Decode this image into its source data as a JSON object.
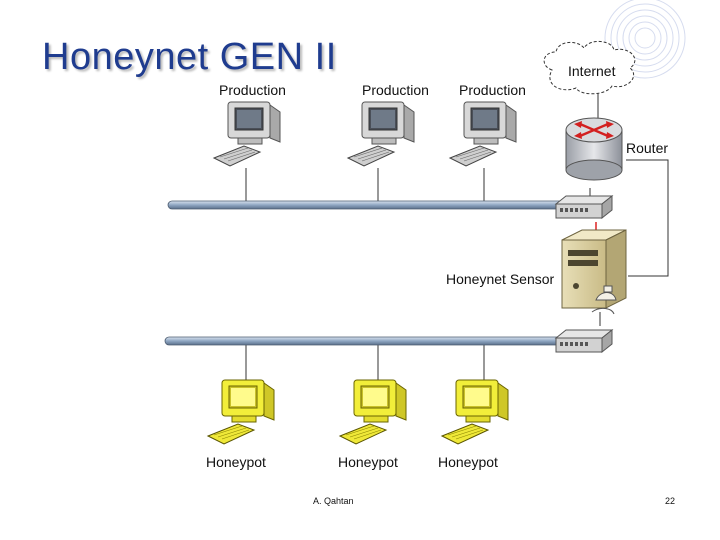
{
  "slide": {
    "title": "Honeynet GEN II",
    "author": "A. Qahtan",
    "page_number": "22"
  },
  "diagram": {
    "cloud_label": "Internet",
    "router_label": "Router",
    "sensor_label": "Honeynet Sensor",
    "production_hosts": [
      {
        "label": "Production"
      },
      {
        "label": "Production"
      },
      {
        "label": "Production"
      }
    ],
    "honeypots": [
      {
        "label": "Honeypot"
      },
      {
        "label": "Honeypot"
      },
      {
        "label": "Honeypot"
      }
    ],
    "colors": {
      "title": "#1f3c8f",
      "production_pc": "#d8d8d8",
      "honeypot_pc": "#f2ee3a",
      "bus": "#8fa6c2",
      "router": "#b9bcc2",
      "router_arrows": "#d32020"
    }
  }
}
